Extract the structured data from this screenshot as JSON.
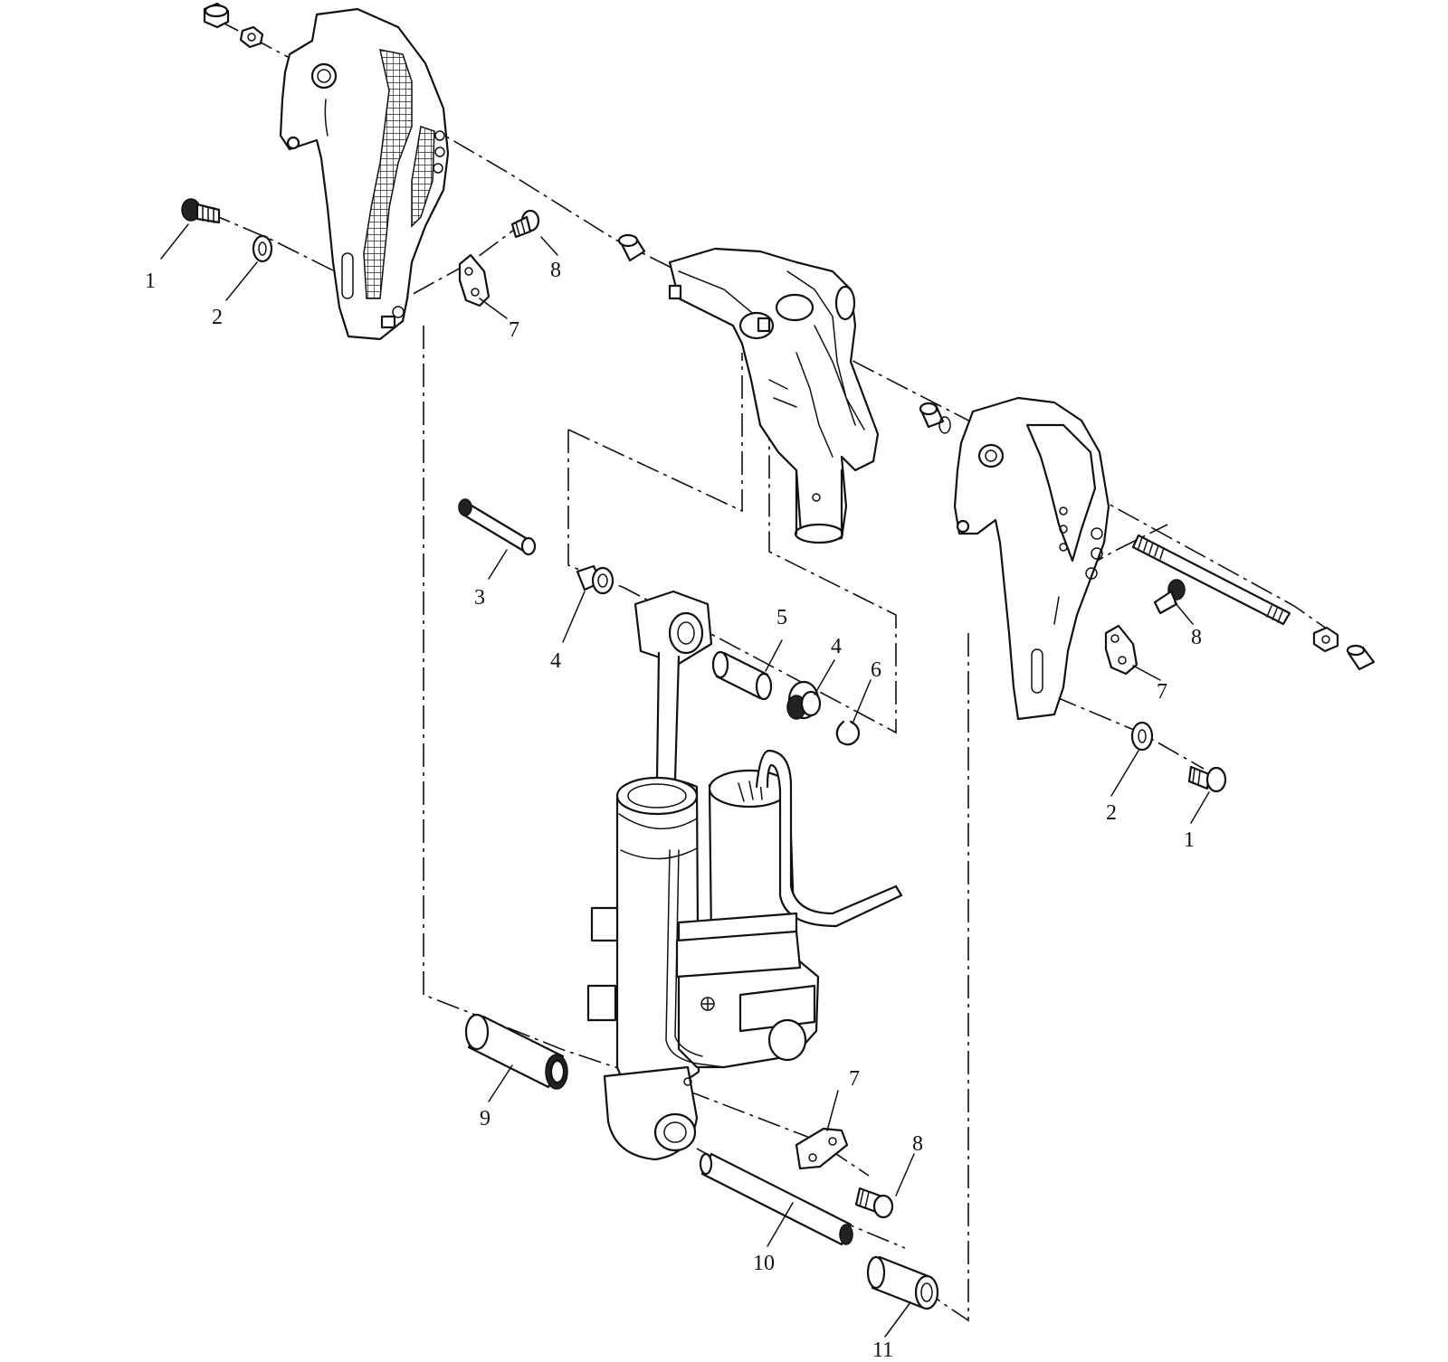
{
  "callouts": {
    "c1_left": "1",
    "c2_left": "2",
    "c8_top": "8",
    "c7_top": "7",
    "c3": "3",
    "c4_left": "4",
    "c5": "5",
    "c4_right": "4",
    "c6": "6",
    "c8_right": "8",
    "c7_right": "7",
    "c2_right": "2",
    "c1_right": "1",
    "c9": "9",
    "c7_bottom": "7",
    "c8_bottom": "8",
    "c10": "10",
    "c11": "11"
  }
}
